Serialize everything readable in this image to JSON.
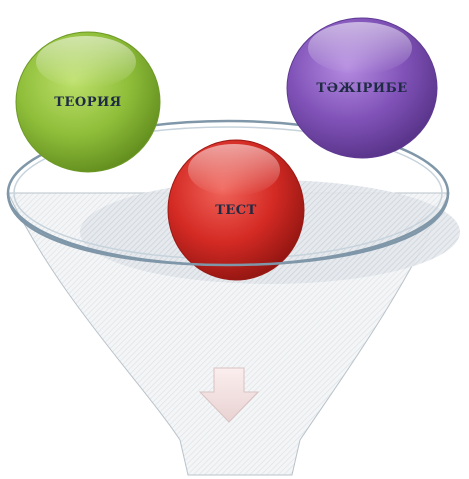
{
  "diagram": {
    "type": "funnel",
    "items": [
      {
        "label": "ТЕОРИЯ",
        "color": "#8fbe3a",
        "text_color": "#1f2a44"
      },
      {
        "label": "ТӘЖІРИБЕ",
        "color": "#8052b8",
        "text_color": "#1f2a44"
      },
      {
        "label": "ТЕСТ",
        "color": "#d42a24",
        "text_color": "#1f2a44"
      }
    ],
    "funnel": {
      "fill": "#f3f3f3",
      "rim_color": "#7f97a8",
      "arrow": "down-arrow-icon"
    }
  }
}
